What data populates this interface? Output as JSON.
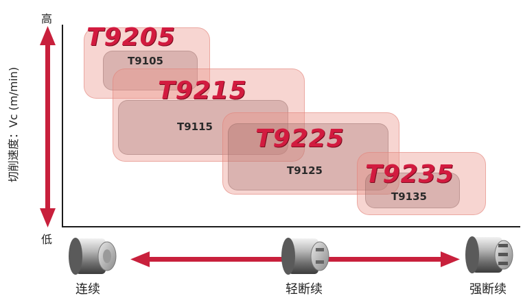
{
  "y_axis": {
    "label": "切削速度：Vc (m/min)",
    "high": "高",
    "low": "低"
  },
  "x_axis": {
    "left": "连续",
    "middle": "轻断续",
    "right": "强断续"
  },
  "grades": [
    {
      "name": "T9205",
      "sub": "T9105"
    },
    {
      "name": "T9215",
      "sub": "T9115"
    },
    {
      "name": "T9225",
      "sub": "T9125"
    },
    {
      "name": "T9235",
      "sub": "T9135"
    }
  ],
  "colors": {
    "arrow": "#c8203c",
    "grade_text": "#d21b3f",
    "outer_box": "#ec968c",
    "inner_box": "#a06e69"
  }
}
